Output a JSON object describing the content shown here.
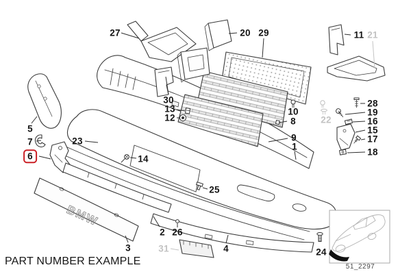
{
  "window": {
    "kind": "parts-catalog-diagram"
  },
  "footer": {
    "label": "PART NUMBER EXAMPLE"
  },
  "inset": {
    "code": "51_2297"
  },
  "diagram": {
    "absorber_text": "BMW",
    "selected_part": "6",
    "muted_parts": [
      "21",
      "22",
      "31"
    ]
  },
  "colors": {
    "highlight_red": "#cb2127",
    "muted_gray": "#c3c3c3",
    "line_ink": "#3a3a3a"
  },
  "callouts": [
    {
      "num": "27"
    },
    {
      "num": "20"
    },
    {
      "num": "29"
    },
    {
      "num": "11"
    },
    {
      "num": "21",
      "muted": true
    },
    {
      "num": "5"
    },
    {
      "num": "7"
    },
    {
      "num": "6",
      "selected": true
    },
    {
      "num": "23"
    },
    {
      "num": "30"
    },
    {
      "num": "13"
    },
    {
      "num": "12"
    },
    {
      "num": "10"
    },
    {
      "num": "8"
    },
    {
      "num": "9"
    },
    {
      "num": "1"
    },
    {
      "num": "28"
    },
    {
      "num": "19"
    },
    {
      "num": "16"
    },
    {
      "num": "15"
    },
    {
      "num": "17"
    },
    {
      "num": "18"
    },
    {
      "num": "22",
      "muted": true
    },
    {
      "num": "14"
    },
    {
      "num": "25"
    },
    {
      "num": "2"
    },
    {
      "num": "26"
    },
    {
      "num": "31",
      "muted": true
    },
    {
      "num": "4"
    },
    {
      "num": "3"
    },
    {
      "num": "24"
    }
  ]
}
